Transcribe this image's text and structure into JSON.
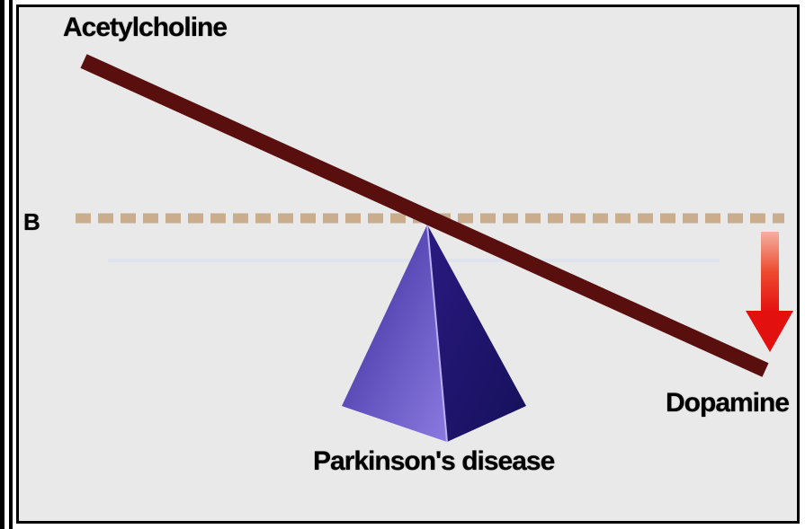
{
  "labels": {
    "acetylcholine": "Acetylcholine",
    "dopamine": "Dopamine",
    "disease": "Parkinson's disease",
    "balance": "B"
  },
  "colors": {
    "beam": "#5a0f0f",
    "dashed_line": "#c9ad8c",
    "fulcrum_light": "#6a5acd",
    "fulcrum_dark": "#1e1470",
    "arrow": "#e31a1a",
    "background": "#e9e9e9"
  },
  "icons": {
    "arrow": "down-arrow-icon",
    "fulcrum": "pyramid-fulcrum"
  }
}
